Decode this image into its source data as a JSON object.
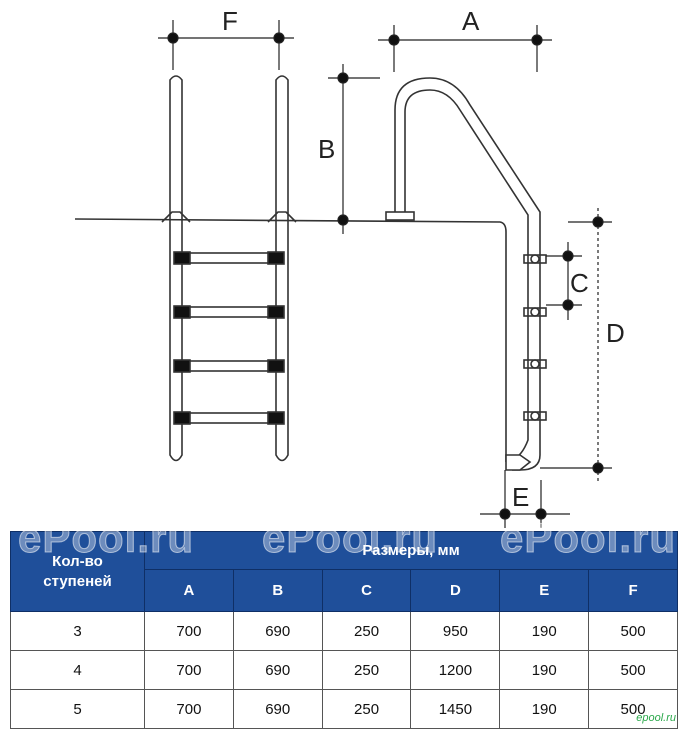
{
  "diagram": {
    "dimension_labels": {
      "A": "A",
      "B": "B",
      "C": "C",
      "D": "D",
      "E": "E",
      "F": "F"
    }
  },
  "table": {
    "header_steps": "Кол-во ступеней",
    "header_dims": "Размеры, мм",
    "columns": [
      "A",
      "B",
      "C",
      "D",
      "E",
      "F"
    ],
    "rows": [
      {
        "steps": "3",
        "values": [
          "700",
          "690",
          "250",
          "950",
          "190",
          "500"
        ]
      },
      {
        "steps": "4",
        "values": [
          "700",
          "690",
          "250",
          "1200",
          "190",
          "500"
        ]
      },
      {
        "steps": "5",
        "values": [
          "700",
          "690",
          "250",
          "1450",
          "190",
          "500"
        ]
      }
    ]
  },
  "watermark": {
    "text": "ePool.ru",
    "corner": "epool.ru"
  }
}
